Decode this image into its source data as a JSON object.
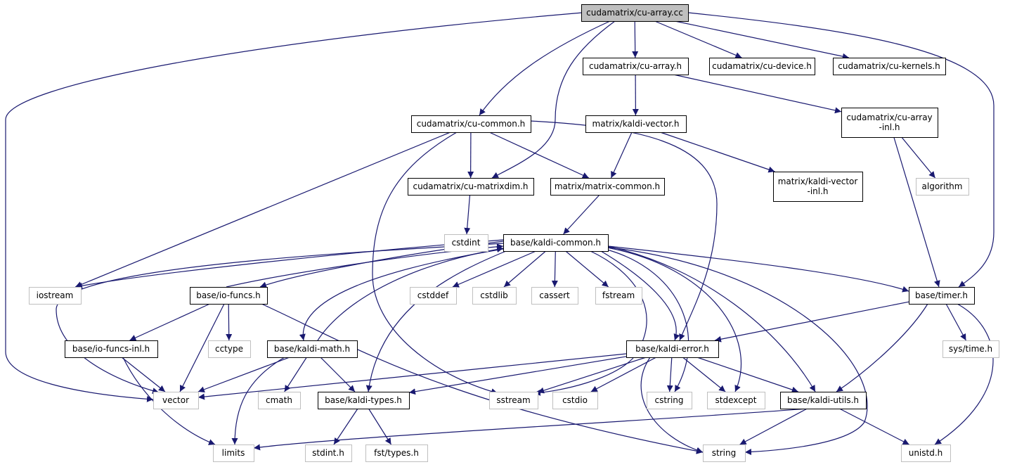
{
  "title": "cudamatrix/cu-array.cc",
  "colors": {
    "edge": "#191970",
    "node_border": "#000000",
    "system_border": "#bfbfbf",
    "root_fill": "#bfbfbf",
    "background": "#ffffff"
  },
  "nodes": [
    {
      "id": "root",
      "lines": [
        "cudamatrix/cu-array.cc"
      ],
      "kind": "root"
    },
    {
      "id": "cu-array-h",
      "lines": [
        "cudamatrix/cu-array.h"
      ],
      "kind": "file"
    },
    {
      "id": "cu-device-h",
      "lines": [
        "cudamatrix/cu-device.h"
      ],
      "kind": "file"
    },
    {
      "id": "cu-kernels-h",
      "lines": [
        "cudamatrix/cu-kernels.h"
      ],
      "kind": "file"
    },
    {
      "id": "cu-common-h",
      "lines": [
        "cudamatrix/cu-common.h"
      ],
      "kind": "file"
    },
    {
      "id": "kaldi-vector-h",
      "lines": [
        "matrix/kaldi-vector.h"
      ],
      "kind": "file"
    },
    {
      "id": "cu-array-inl-h",
      "lines": [
        "cudamatrix/cu-array",
        "-inl.h"
      ],
      "kind": "file"
    },
    {
      "id": "cu-matrixdim-h",
      "lines": [
        "cudamatrix/cu-matrixdim.h"
      ],
      "kind": "file"
    },
    {
      "id": "matrix-common-h",
      "lines": [
        "matrix/matrix-common.h"
      ],
      "kind": "file"
    },
    {
      "id": "kaldi-vector-inl-h",
      "lines": [
        "matrix/kaldi-vector",
        "-inl.h"
      ],
      "kind": "file"
    },
    {
      "id": "algorithm",
      "lines": [
        "algorithm"
      ],
      "kind": "system"
    },
    {
      "id": "cstdint",
      "lines": [
        "cstdint"
      ],
      "kind": "system"
    },
    {
      "id": "kaldi-common-h",
      "lines": [
        "base/kaldi-common.h"
      ],
      "kind": "file"
    },
    {
      "id": "iostream",
      "lines": [
        "iostream"
      ],
      "kind": "system"
    },
    {
      "id": "io-funcs-h",
      "lines": [
        "base/io-funcs.h"
      ],
      "kind": "file"
    },
    {
      "id": "cstddef",
      "lines": [
        "cstddef"
      ],
      "kind": "system"
    },
    {
      "id": "cstdlib",
      "lines": [
        "cstdlib"
      ],
      "kind": "system"
    },
    {
      "id": "cassert",
      "lines": [
        "cassert"
      ],
      "kind": "system"
    },
    {
      "id": "fstream",
      "lines": [
        "fstream"
      ],
      "kind": "system"
    },
    {
      "id": "timer-h",
      "lines": [
        "base/timer.h"
      ],
      "kind": "file"
    },
    {
      "id": "io-funcs-inl-h",
      "lines": [
        "base/io-funcs-inl.h"
      ],
      "kind": "file"
    },
    {
      "id": "kaldi-math-h",
      "lines": [
        "base/kaldi-math.h"
      ],
      "kind": "file"
    },
    {
      "id": "cctype",
      "lines": [
        "cctype"
      ],
      "kind": "system"
    },
    {
      "id": "kaldi-error-h",
      "lines": [
        "base/kaldi-error.h"
      ],
      "kind": "file"
    },
    {
      "id": "sys-time-h",
      "lines": [
        "sys/time.h"
      ],
      "kind": "system"
    },
    {
      "id": "vector",
      "lines": [
        "vector"
      ],
      "kind": "system"
    },
    {
      "id": "cmath",
      "lines": [
        "cmath"
      ],
      "kind": "system"
    },
    {
      "id": "kaldi-types-h",
      "lines": [
        "base/kaldi-types.h"
      ],
      "kind": "file"
    },
    {
      "id": "sstream",
      "lines": [
        "sstream"
      ],
      "kind": "system"
    },
    {
      "id": "cstdio",
      "lines": [
        "cstdio"
      ],
      "kind": "system"
    },
    {
      "id": "cstring",
      "lines": [
        "cstring"
      ],
      "kind": "system"
    },
    {
      "id": "stdexcept",
      "lines": [
        "stdexcept"
      ],
      "kind": "system"
    },
    {
      "id": "kaldi-utils-h",
      "lines": [
        "base/kaldi-utils.h"
      ],
      "kind": "file"
    },
    {
      "id": "limits",
      "lines": [
        "limits"
      ],
      "kind": "system"
    },
    {
      "id": "stdint-h",
      "lines": [
        "stdint.h"
      ],
      "kind": "system"
    },
    {
      "id": "fst-types-h",
      "lines": [
        "fst/types.h"
      ],
      "kind": "system"
    },
    {
      "id": "string",
      "lines": [
        "string"
      ],
      "kind": "system"
    },
    {
      "id": "unistd-h",
      "lines": [
        "unistd.h"
      ],
      "kind": "system"
    }
  ],
  "edges": [
    [
      "root",
      "cu-array-h"
    ],
    [
      "root",
      "cu-device-h"
    ],
    [
      "root",
      "cu-kernels-h"
    ],
    [
      "root",
      "cu-common-h"
    ],
    [
      "root",
      "cu-matrixdim-h"
    ],
    [
      "root",
      "timer-h"
    ],
    [
      "root",
      "vector"
    ],
    [
      "cu-array-h",
      "kaldi-vector-h"
    ],
    [
      "cu-array-h",
      "cu-array-inl-h"
    ],
    [
      "cu-common-h",
      "cu-matrixdim-h"
    ],
    [
      "cu-common-h",
      "matrix-common-h"
    ],
    [
      "cu-common-h",
      "iostream"
    ],
    [
      "cu-common-h",
      "sstream"
    ],
    [
      "cu-common-h",
      "kaldi-error-h"
    ],
    [
      "kaldi-vector-h",
      "matrix-common-h"
    ],
    [
      "kaldi-vector-h",
      "kaldi-vector-inl-h"
    ],
    [
      "cu-array-inl-h",
      "algorithm"
    ],
    [
      "cu-array-inl-h",
      "timer-h"
    ],
    [
      "cu-matrixdim-h",
      "cstdint"
    ],
    [
      "matrix-common-h",
      "kaldi-common-h"
    ],
    [
      "kaldi-common-h",
      "iostream"
    ],
    [
      "kaldi-common-h",
      "io-funcs-h"
    ],
    [
      "kaldi-common-h",
      "cstddef"
    ],
    [
      "kaldi-common-h",
      "cstdlib"
    ],
    [
      "kaldi-common-h",
      "cassert"
    ],
    [
      "kaldi-common-h",
      "fstream"
    ],
    [
      "kaldi-common-h",
      "timer-h"
    ],
    [
      "kaldi-common-h",
      "kaldi-math-h"
    ],
    [
      "kaldi-common-h",
      "kaldi-types-h"
    ],
    [
      "kaldi-common-h",
      "sstream"
    ],
    [
      "kaldi-common-h",
      "kaldi-error-h"
    ],
    [
      "kaldi-common-h",
      "cstring"
    ],
    [
      "kaldi-common-h",
      "stdexcept"
    ],
    [
      "kaldi-common-h",
      "kaldi-utils-h"
    ],
    [
      "kaldi-common-h",
      "string"
    ],
    [
      "kaldi-common-h",
      "vector"
    ],
    [
      "io-funcs-h",
      "kaldi-common-h"
    ],
    [
      "io-funcs-h",
      "io-funcs-inl-h"
    ],
    [
      "io-funcs-h",
      "cctype"
    ],
    [
      "io-funcs-h",
      "vector"
    ],
    [
      "io-funcs-h",
      "string"
    ],
    [
      "kaldi-math-h",
      "kaldi-common-h"
    ],
    [
      "kaldi-math-h",
      "vector"
    ],
    [
      "kaldi-math-h",
      "cmath"
    ],
    [
      "kaldi-math-h",
      "limits"
    ],
    [
      "kaldi-math-h",
      "kaldi-types-h"
    ],
    [
      "io-funcs-inl-h",
      "vector"
    ],
    [
      "io-funcs-inl-h",
      "limits"
    ],
    [
      "timer-h",
      "kaldi-error-h"
    ],
    [
      "timer-h",
      "sys-time-h"
    ],
    [
      "timer-h",
      "kaldi-utils-h"
    ],
    [
      "timer-h",
      "unistd-h"
    ],
    [
      "kaldi-error-h",
      "vector"
    ],
    [
      "kaldi-error-h",
      "kaldi-types-h"
    ],
    [
      "kaldi-error-h",
      "sstream"
    ],
    [
      "kaldi-error-h",
      "cstdio"
    ],
    [
      "kaldi-error-h",
      "cstring"
    ],
    [
      "kaldi-error-h",
      "stdexcept"
    ],
    [
      "kaldi-error-h",
      "kaldi-utils-h"
    ],
    [
      "kaldi-error-h",
      "string"
    ],
    [
      "kaldi-types-h",
      "stdint-h"
    ],
    [
      "kaldi-types-h",
      "fst-types-h"
    ],
    [
      "kaldi-utils-h",
      "limits"
    ],
    [
      "kaldi-utils-h",
      "string"
    ],
    [
      "kaldi-utils-h",
      "unistd-h"
    ]
  ]
}
